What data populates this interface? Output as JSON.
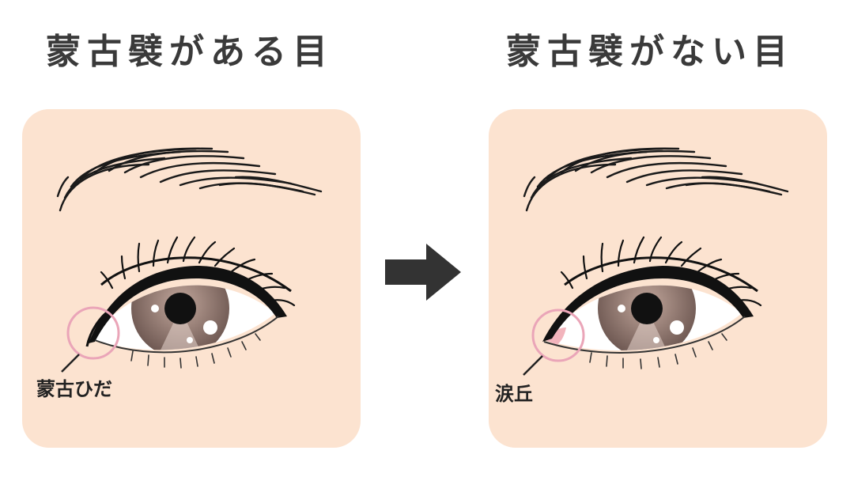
{
  "titles": {
    "left": "蒙古襞がある目",
    "right": "蒙古襞がない目"
  },
  "labels": {
    "left_callout": "蒙古ひだ",
    "right_callout": "涙丘"
  },
  "colors": {
    "panel_bg": "#fce3d0",
    "title_text": "#3a3a3a",
    "circle_highlight": "#eaa5b8",
    "iris_dark": "#6e5852",
    "iris_light": "#c2a79c",
    "caruncle": "#f2b4bc",
    "arrow": "#333333"
  },
  "icons": {
    "arrow": "right-arrow-icon"
  }
}
